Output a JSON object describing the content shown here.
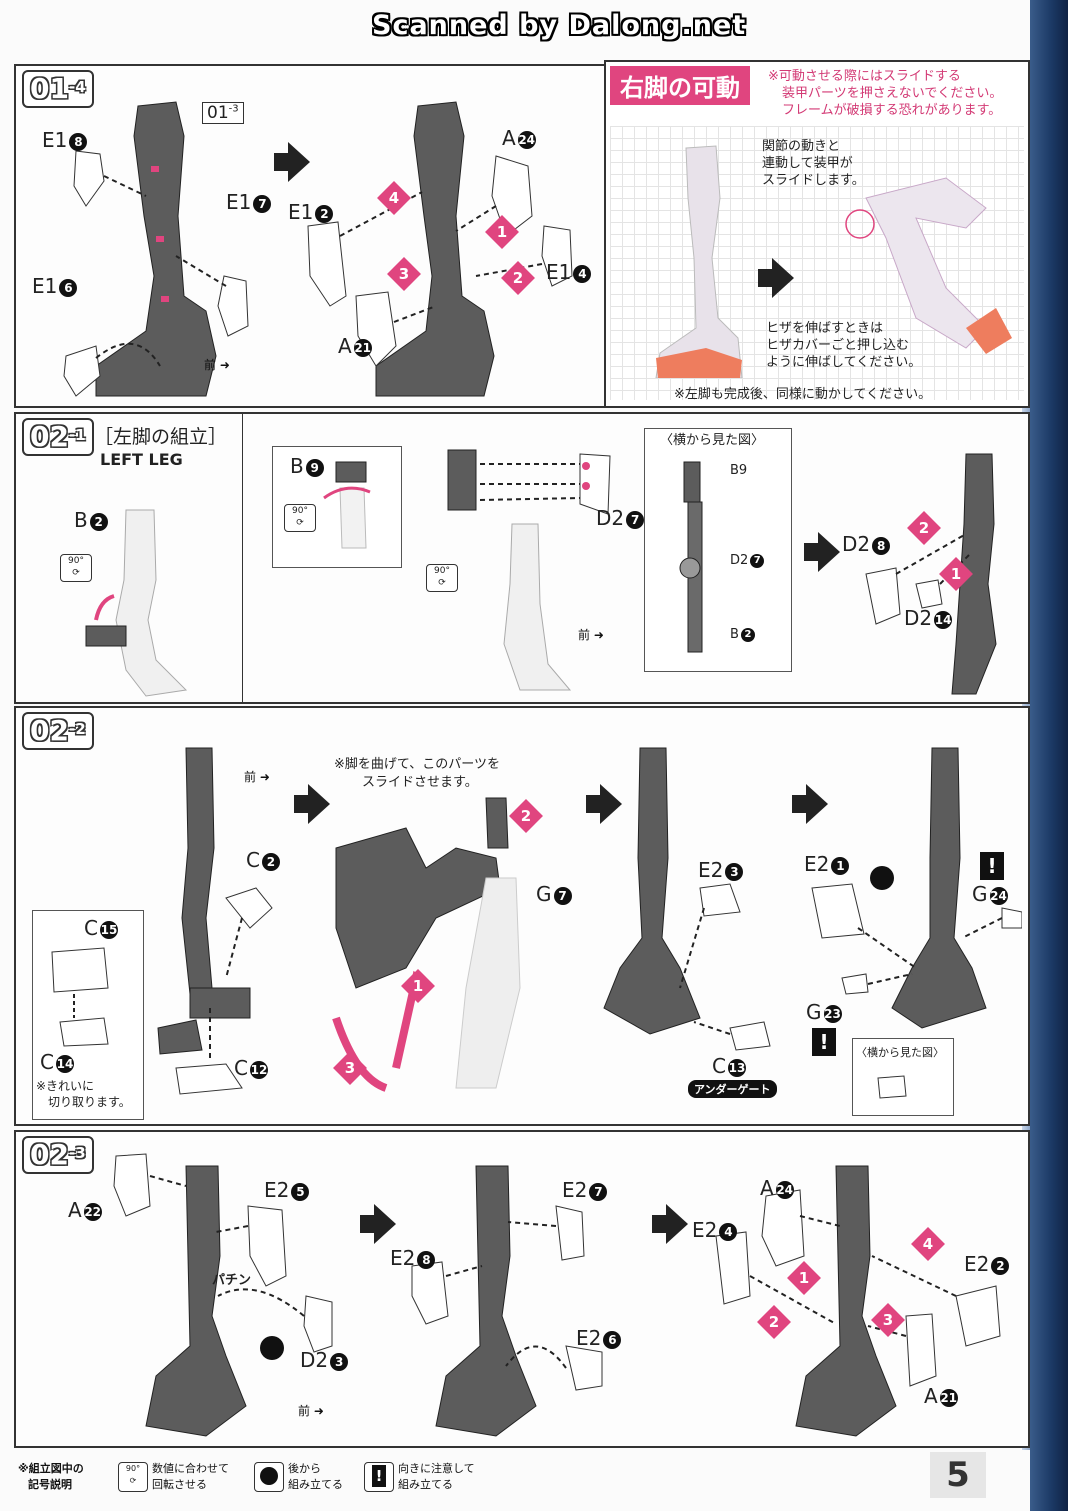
{
  "watermark": "Scanned by Dalong.net",
  "page_number": "5",
  "colors": {
    "accent_pink": "#e0457f",
    "part_gray": "#5a5a5a",
    "frame_blue": "#1c3a66"
  },
  "steps": {
    "s01_4": {
      "main": "01",
      "sub": "-4",
      "ref_main": "01",
      "ref_sub": "-3",
      "parts": {
        "e1_8": "E1",
        "e1_8n": "8",
        "e1_7": "E1",
        "e1_7n": "7",
        "e1_6": "E1",
        "e1_6n": "6",
        "a24": "A",
        "a24n": "24",
        "e1_2": "E1",
        "e1_2n": "2",
        "e1_4": "E1",
        "e1_4n": "4",
        "a21": "A",
        "a21n": "21"
      },
      "front": "前"
    },
    "right_leg": {
      "title": "右脚の可動",
      "warn1": "※可動させる際にはスライドする",
      "warn2": "装甲パーツを押さえないでください。",
      "warn3": "フレームが破損する恐れがあります。",
      "note1": "関節の動きと",
      "note2": "連動して装甲が",
      "note3": "スライドします。",
      "knee1": "ヒザを伸ばすときは",
      "knee2": "ヒザカバーごと押し込む",
      "knee3": "ように伸ばしてください。",
      "left_too": "※左脚も完成後、同様に動かしてください。"
    },
    "s02_1": {
      "main": "02",
      "sub": "-1",
      "title": "［左脚の組立］",
      "subtitle": "LEFT LEG",
      "parts": {
        "b2": "B",
        "b2n": "2",
        "b9": "B",
        "b9n": "9",
        "d2_7": "D2",
        "d2_7n": "7",
        "side_b9": "B9",
        "side_d27": "D2",
        "side_b2": "B",
        "d2_8": "D2",
        "d2_8n": "8",
        "d2_14": "D2",
        "d2_14n": "14"
      },
      "side_view": "〈横から見た図〉",
      "rot": "90°",
      "front": "前"
    },
    "s02_2": {
      "main": "02",
      "sub": "-2",
      "parts": {
        "c2": "C",
        "c2n": "2",
        "c15": "C",
        "c15n": "15",
        "c14": "C",
        "c14n": "14",
        "c12": "C",
        "c12n": "12",
        "g7": "G",
        "g7n": "7",
        "e2_3": "E2",
        "e2_3n": "3",
        "c13": "C",
        "c13n": "13",
        "e2_1": "E2",
        "e2_1n": "1",
        "g24": "G",
        "g24n": "24",
        "g23": "G",
        "g23n": "23"
      },
      "cut1": "※きれいに",
      "cut2": "切り取ります。",
      "slide1": "※脚を曲げて、このパーツを",
      "slide2": "スライドさせます。",
      "under_gate": "アンダーゲート",
      "side_view": "〈横から見た図〉",
      "front": "前"
    },
    "s02_3": {
      "main": "02",
      "sub": "-3",
      "parts": {
        "a22": "A",
        "a22n": "22",
        "e2_5": "E2",
        "e2_5n": "5",
        "d2_3": "D2",
        "d2_3n": "3",
        "e2_7": "E2",
        "e2_7n": "7",
        "e2_8": "E2",
        "e2_8n": "8",
        "e2_6": "E2",
        "e2_6n": "6",
        "a24": "A",
        "a24n": "24",
        "e2_4": "E2",
        "e2_4n": "4",
        "e2_2": "E2",
        "e2_2n": "2",
        "a21": "A",
        "a21n": "21"
      },
      "pachin": "パチン",
      "front": "前"
    }
  },
  "legend": {
    "title1": "※組立図中の",
    "title2": "記号説明",
    "rotate1": "数値に合わせて",
    "rotate2": "回転させる",
    "after1": "後から",
    "after2": "組み立てる",
    "care1": "向きに注意して",
    "care2": "組み立てる",
    "rot": "90°"
  }
}
